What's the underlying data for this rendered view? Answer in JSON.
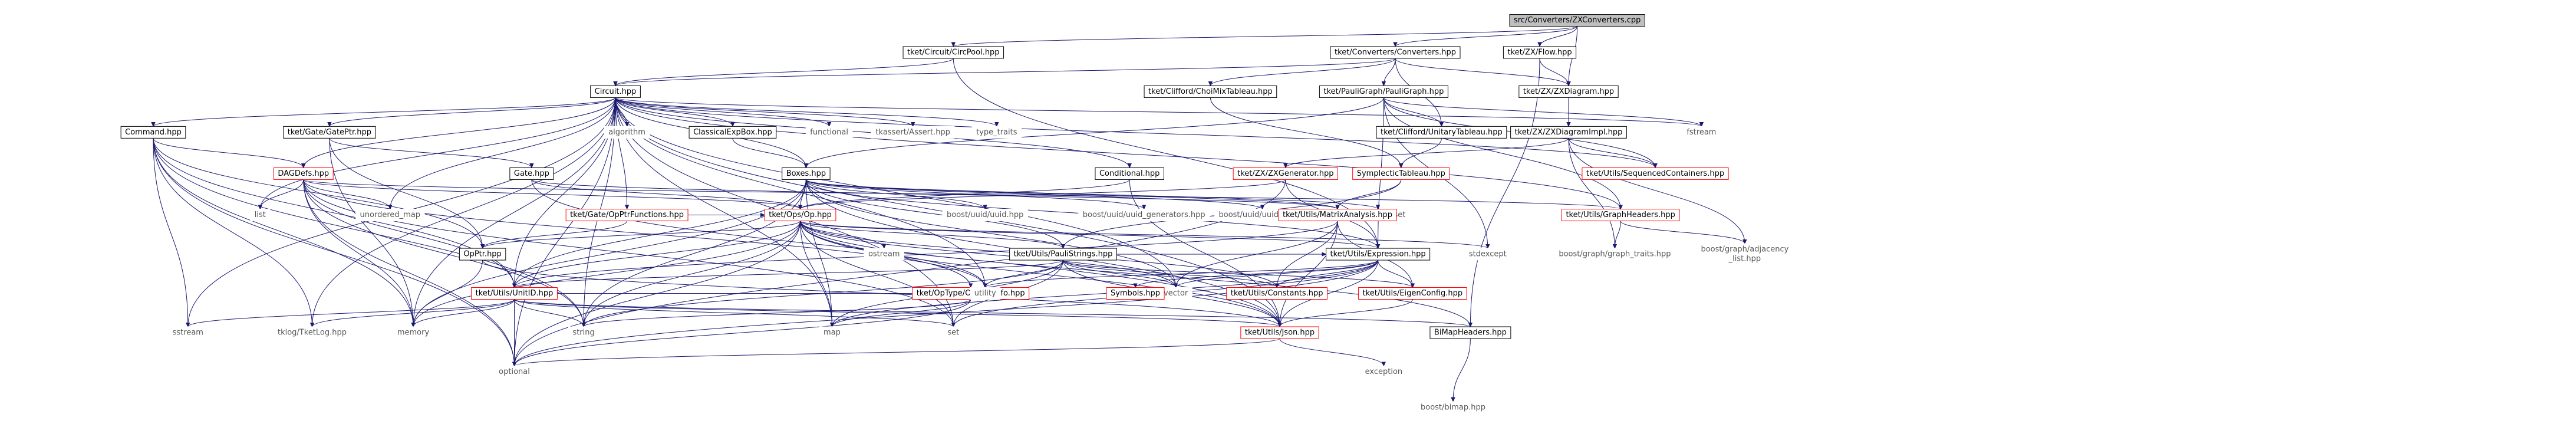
{
  "graph": {
    "nodes": [
      {
        "id": "root",
        "label": "src/Converters/ZXConverters.cpp",
        "kind": "root"
      },
      {
        "id": "circpool",
        "label": "tket/Circuit/CircPool.hpp",
        "kind": "normal"
      },
      {
        "id": "converters",
        "label": "tket/Converters/Converters.hpp",
        "kind": "normal"
      },
      {
        "id": "zxflow",
        "label": "tket/ZX/Flow.hpp",
        "kind": "normal"
      },
      {
        "id": "circuit",
        "label": "Circuit.hpp",
        "kind": "normal"
      },
      {
        "id": "choimix",
        "label": "tket/Clifford/ChoiMixTableau.hpp",
        "kind": "normal"
      },
      {
        "id": "paulig",
        "label": "tket/PauliGraph/PauliGraph.hpp",
        "kind": "normal"
      },
      {
        "id": "zxdiagram",
        "label": "tket/ZX/ZXDiagram.hpp",
        "kind": "normal"
      },
      {
        "id": "command",
        "label": "Command.hpp",
        "kind": "normal"
      },
      {
        "id": "gateptr",
        "label": "tket/Gate/GatePtr.hpp",
        "kind": "normal"
      },
      {
        "id": "algorithm",
        "label": "algorithm",
        "kind": "plain"
      },
      {
        "id": "classicalexp",
        "label": "ClassicalExpBox.hpp",
        "kind": "normal"
      },
      {
        "id": "functional",
        "label": "functional",
        "kind": "plain"
      },
      {
        "id": "tklog_assert",
        "label": "tkassert/Assert.hpp",
        "kind": "plain"
      },
      {
        "id": "type_traits",
        "label": "type_traits",
        "kind": "plain"
      },
      {
        "id": "unitarytab",
        "label": "tket/Clifford/UnitaryTableau.hpp",
        "kind": "normal"
      },
      {
        "id": "fstream",
        "label": "fstream",
        "kind": "plain"
      },
      {
        "id": "zxdiagramimpl",
        "label": "tket/ZX/ZXDiagramImpl.hpp",
        "kind": "normal"
      },
      {
        "id": "dagdefs",
        "label": "DAGDefs.hpp",
        "kind": "red"
      },
      {
        "id": "gate",
        "label": "Gate.hpp",
        "kind": "normal"
      },
      {
        "id": "boxes",
        "label": "Boxes.hpp",
        "kind": "normal"
      },
      {
        "id": "conditional",
        "label": "Conditional.hpp",
        "kind": "normal"
      },
      {
        "id": "symplectic",
        "label": "SymplecticTableau.hpp",
        "kind": "red"
      },
      {
        "id": "zxgenerator",
        "label": "tket/ZX/ZXGenerator.hpp",
        "kind": "red"
      },
      {
        "id": "seqcontainers",
        "label": "tket/Utils/SequencedContainers.hpp",
        "kind": "red"
      },
      {
        "id": "list",
        "label": "list",
        "kind": "plain"
      },
      {
        "id": "unordered_map",
        "label": "unordered_map",
        "kind": "plain"
      },
      {
        "id": "opptrfunctions",
        "label": "tket/Gate/OpPtrFunctions.hpp",
        "kind": "red"
      },
      {
        "id": "op",
        "label": "tket/Ops/Op.hpp",
        "kind": "red"
      },
      {
        "id": "uuid",
        "label": "boost/uuid/uuid.hpp",
        "kind": "plain"
      },
      {
        "id": "uuid_gen",
        "label": "boost/uuid/uuid_generators.hpp",
        "kind": "plain"
      },
      {
        "id": "uuid_io",
        "label": "boost/uuid/uuid_io.hpp",
        "kind": "plain"
      },
      {
        "id": "unordered_set",
        "label": "unordered_set",
        "kind": "plain"
      },
      {
        "id": "matrixanalysis",
        "label": "tket/Utils/MatrixAnalysis.hpp",
        "kind": "red"
      },
      {
        "id": "graphheaders",
        "label": "tket/Utils/GraphHeaders.hpp",
        "kind": "red"
      },
      {
        "id": "opptr",
        "label": "OpPtr.hpp",
        "kind": "normal"
      },
      {
        "id": "ostream",
        "label": "ostream",
        "kind": "plain"
      },
      {
        "id": "paulistrings",
        "label": "tket/Utils/PauliStrings.hpp",
        "kind": "normal"
      },
      {
        "id": "expression",
        "label": "tket/Utils/Expression.hpp",
        "kind": "normal"
      },
      {
        "id": "stdexcept",
        "label": "stdexcept",
        "kind": "plain"
      },
      {
        "id": "graph_traits",
        "label": "boost/graph/graph_traits.hpp",
        "kind": "plain"
      },
      {
        "id": "adjacency_list",
        "label": "boost/graph/adjacency\n_list.hpp",
        "kind": "plain"
      },
      {
        "id": "unitid",
        "label": "tket/Utils/UnitID.hpp",
        "kind": "red"
      },
      {
        "id": "optypeinfo",
        "label": "tket/OpType/OpTypeInfo.hpp",
        "kind": "red"
      },
      {
        "id": "utility",
        "label": "utility",
        "kind": "plain"
      },
      {
        "id": "vector",
        "label": "vector",
        "kind": "plain"
      },
      {
        "id": "symbols",
        "label": "Symbols.hpp",
        "kind": "red"
      },
      {
        "id": "constants",
        "label": "tket/Utils/Constants.hpp",
        "kind": "red"
      },
      {
        "id": "eigenconfig",
        "label": "tket/Utils/EigenConfig.hpp",
        "kind": "red"
      },
      {
        "id": "sstream",
        "label": "sstream",
        "kind": "plain"
      },
      {
        "id": "tklog",
        "label": "tklog/TketLog.hpp",
        "kind": "plain"
      },
      {
        "id": "memory",
        "label": "memory",
        "kind": "plain"
      },
      {
        "id": "string",
        "label": "string",
        "kind": "plain"
      },
      {
        "id": "map",
        "label": "map",
        "kind": "plain"
      },
      {
        "id": "set",
        "label": "set",
        "kind": "plain"
      },
      {
        "id": "json",
        "label": "tket/Utils/Json.hpp",
        "kind": "red"
      },
      {
        "id": "bimap",
        "label": "BiMapHeaders.hpp",
        "kind": "normal"
      },
      {
        "id": "optional",
        "label": "optional",
        "kind": "plain"
      },
      {
        "id": "exception",
        "label": "exception",
        "kind": "plain"
      },
      {
        "id": "boost_bimap",
        "label": "boost/bimap.hpp",
        "kind": "plain"
      }
    ],
    "edges": [
      [
        "root",
        "circpool"
      ],
      [
        "root",
        "converters"
      ],
      [
        "root",
        "zxflow"
      ],
      [
        "root",
        "zxdiagram"
      ],
      [
        "circpool",
        "circuit"
      ],
      [
        "circpool",
        "expression"
      ],
      [
        "converters",
        "circuit"
      ],
      [
        "converters",
        "choimix"
      ],
      [
        "converters",
        "paulig"
      ],
      [
        "converters",
        "zxdiagram"
      ],
      [
        "converters",
        "unitarytab"
      ],
      [
        "zxflow",
        "zxdiagram"
      ],
      [
        "zxflow",
        "bimap"
      ],
      [
        "choimix",
        "symplectic"
      ],
      [
        "paulig",
        "unitarytab"
      ],
      [
        "paulig",
        "seqcontainers"
      ],
      [
        "paulig",
        "graphheaders"
      ],
      [
        "paulig",
        "boxes"
      ],
      [
        "paulig",
        "stdexcept"
      ],
      [
        "paulig",
        "expression"
      ],
      [
        "paulig",
        "fstream"
      ],
      [
        "zxdiagram",
        "zxdiagramimpl"
      ],
      [
        "zxdiagramimpl",
        "zxgenerator"
      ],
      [
        "zxdiagramimpl",
        "seqcontainers"
      ],
      [
        "zxdiagramimpl",
        "graph_traits"
      ],
      [
        "zxdiagramimpl",
        "adjacency_list"
      ],
      [
        "zxgenerator",
        "expression"
      ],
      [
        "zxgenerator",
        "op"
      ],
      [
        "zxgenerator",
        "optional"
      ],
      [
        "unitarytab",
        "symplectic"
      ],
      [
        "symplectic",
        "matrixanalysis"
      ],
      [
        "symplectic",
        "paulistrings"
      ],
      [
        "circuit",
        "command"
      ],
      [
        "circuit",
        "gateptr"
      ],
      [
        "circuit",
        "algorithm"
      ],
      [
        "circuit",
        "classicalexp"
      ],
      [
        "circuit",
        "functional"
      ],
      [
        "circuit",
        "tklog_assert"
      ],
      [
        "circuit",
        "type_traits"
      ],
      [
        "circuit",
        "dagdefs"
      ],
      [
        "circuit",
        "boxes"
      ],
      [
        "circuit",
        "conditional"
      ],
      [
        "circuit",
        "opptrfunctions"
      ],
      [
        "circuit",
        "list"
      ],
      [
        "circuit",
        "unordered_map"
      ],
      [
        "circuit",
        "sstream"
      ],
      [
        "circuit",
        "tklog"
      ],
      [
        "circuit",
        "memory"
      ],
      [
        "circuit",
        "string"
      ],
      [
        "circuit",
        "map"
      ],
      [
        "circuit",
        "set"
      ],
      [
        "circuit",
        "optional"
      ],
      [
        "circuit",
        "vector"
      ],
      [
        "circuit",
        "utility"
      ],
      [
        "circuit",
        "seqcontainers"
      ],
      [
        "circuit",
        "graphheaders"
      ],
      [
        "circuit",
        "fstream"
      ],
      [
        "circuit",
        "json"
      ],
      [
        "circuit",
        "unitid"
      ],
      [
        "command",
        "dagdefs"
      ],
      [
        "command",
        "opptr"
      ],
      [
        "command",
        "unitid"
      ],
      [
        "command",
        "sstream"
      ],
      [
        "command",
        "tklog"
      ],
      [
        "command",
        "optional"
      ],
      [
        "command",
        "string"
      ],
      [
        "command",
        "memory"
      ],
      [
        "gateptr",
        "gate"
      ],
      [
        "gateptr",
        "opptr"
      ],
      [
        "gateptr",
        "memory"
      ],
      [
        "classicalexp",
        "boxes"
      ],
      [
        "dagdefs",
        "op"
      ],
      [
        "dagdefs",
        "unitid"
      ],
      [
        "dagdefs",
        "graphheaders"
      ],
      [
        "dagdefs",
        "list"
      ],
      [
        "dagdefs",
        "unordered_map"
      ],
      [
        "dagdefs",
        "memory"
      ],
      [
        "dagdefs",
        "utility"
      ],
      [
        "dagdefs",
        "string"
      ],
      [
        "dagdefs",
        "set"
      ],
      [
        "dagdefs",
        "optional"
      ],
      [
        "gate",
        "op"
      ],
      [
        "gate",
        "json"
      ],
      [
        "gate",
        "matrixanalysis"
      ],
      [
        "boxes",
        "op"
      ],
      [
        "boxes",
        "uuid"
      ],
      [
        "boxes",
        "uuid_gen"
      ],
      [
        "boxes",
        "uuid_io"
      ],
      [
        "boxes",
        "unordered_set"
      ],
      [
        "boxes",
        "matrixanalysis"
      ],
      [
        "boxes",
        "paulistrings"
      ],
      [
        "boxes",
        "expression"
      ],
      [
        "boxes",
        "unitid"
      ],
      [
        "boxes",
        "json"
      ],
      [
        "boxes",
        "map"
      ],
      [
        "boxes",
        "memory"
      ],
      [
        "boxes",
        "vector"
      ],
      [
        "boxes",
        "string"
      ],
      [
        "conditional",
        "op"
      ],
      [
        "conditional",
        "json"
      ],
      [
        "opptrfunctions",
        "op"
      ],
      [
        "opptrfunctions",
        "opptr"
      ],
      [
        "op",
        "opptr"
      ],
      [
        "op",
        "ostream"
      ],
      [
        "op",
        "optypeinfo"
      ],
      [
        "op",
        "expression"
      ],
      [
        "op",
        "unitid"
      ],
      [
        "op",
        "json"
      ],
      [
        "op",
        "constants"
      ],
      [
        "op",
        "paulistrings"
      ],
      [
        "op",
        "stdexcept"
      ],
      [
        "op",
        "vector"
      ],
      [
        "op",
        "memory"
      ],
      [
        "op",
        "string"
      ],
      [
        "op",
        "utility"
      ],
      [
        "op",
        "map"
      ],
      [
        "op",
        "set"
      ],
      [
        "op",
        "optional"
      ],
      [
        "op",
        "bimap"
      ],
      [
        "matrixanalysis",
        "eigenconfig"
      ],
      [
        "matrixanalysis",
        "constants"
      ],
      [
        "matrixanalysis",
        "unitid"
      ],
      [
        "matrixanalysis",
        "json"
      ],
      [
        "matrixanalysis",
        "vector"
      ],
      [
        "graphheaders",
        "graph_traits"
      ],
      [
        "graphheaders",
        "adjacency_list"
      ],
      [
        "opptr",
        "memory"
      ],
      [
        "opptr",
        "json"
      ],
      [
        "paulistrings",
        "constants"
      ],
      [
        "paulistrings",
        "eigenconfig"
      ],
      [
        "paulistrings",
        "expression"
      ],
      [
        "paulistrings",
        "unitid"
      ],
      [
        "paulistrings",
        "json"
      ],
      [
        "paulistrings",
        "map"
      ],
      [
        "paulistrings",
        "set"
      ],
      [
        "paulistrings",
        "vector"
      ],
      [
        "paulistrings",
        "string"
      ],
      [
        "paulistrings",
        "utility"
      ],
      [
        "expression",
        "symbols"
      ],
      [
        "expression",
        "constants"
      ],
      [
        "expression",
        "json"
      ],
      [
        "expression",
        "eigenconfig"
      ],
      [
        "expression",
        "vector"
      ],
      [
        "expression",
        "map"
      ],
      [
        "expression",
        "set"
      ],
      [
        "expression",
        "optional"
      ],
      [
        "expression",
        "utility"
      ],
      [
        "unitid",
        "json"
      ],
      [
        "unitid",
        "bimap"
      ],
      [
        "unitid",
        "sstream"
      ],
      [
        "unitid",
        "tklog"
      ],
      [
        "unitid",
        "string"
      ],
      [
        "unitid",
        "memory"
      ],
      [
        "unitid",
        "set"
      ],
      [
        "unitid",
        "utility"
      ],
      [
        "unitid",
        "optional"
      ],
      [
        "optypeinfo",
        "map"
      ],
      [
        "optypeinfo",
        "optional"
      ],
      [
        "optypeinfo",
        "string"
      ],
      [
        "eigenconfig",
        "json"
      ],
      [
        "json",
        "optional"
      ],
      [
        "json",
        "exception"
      ],
      [
        "bimap",
        "boost_bimap"
      ]
    ]
  }
}
